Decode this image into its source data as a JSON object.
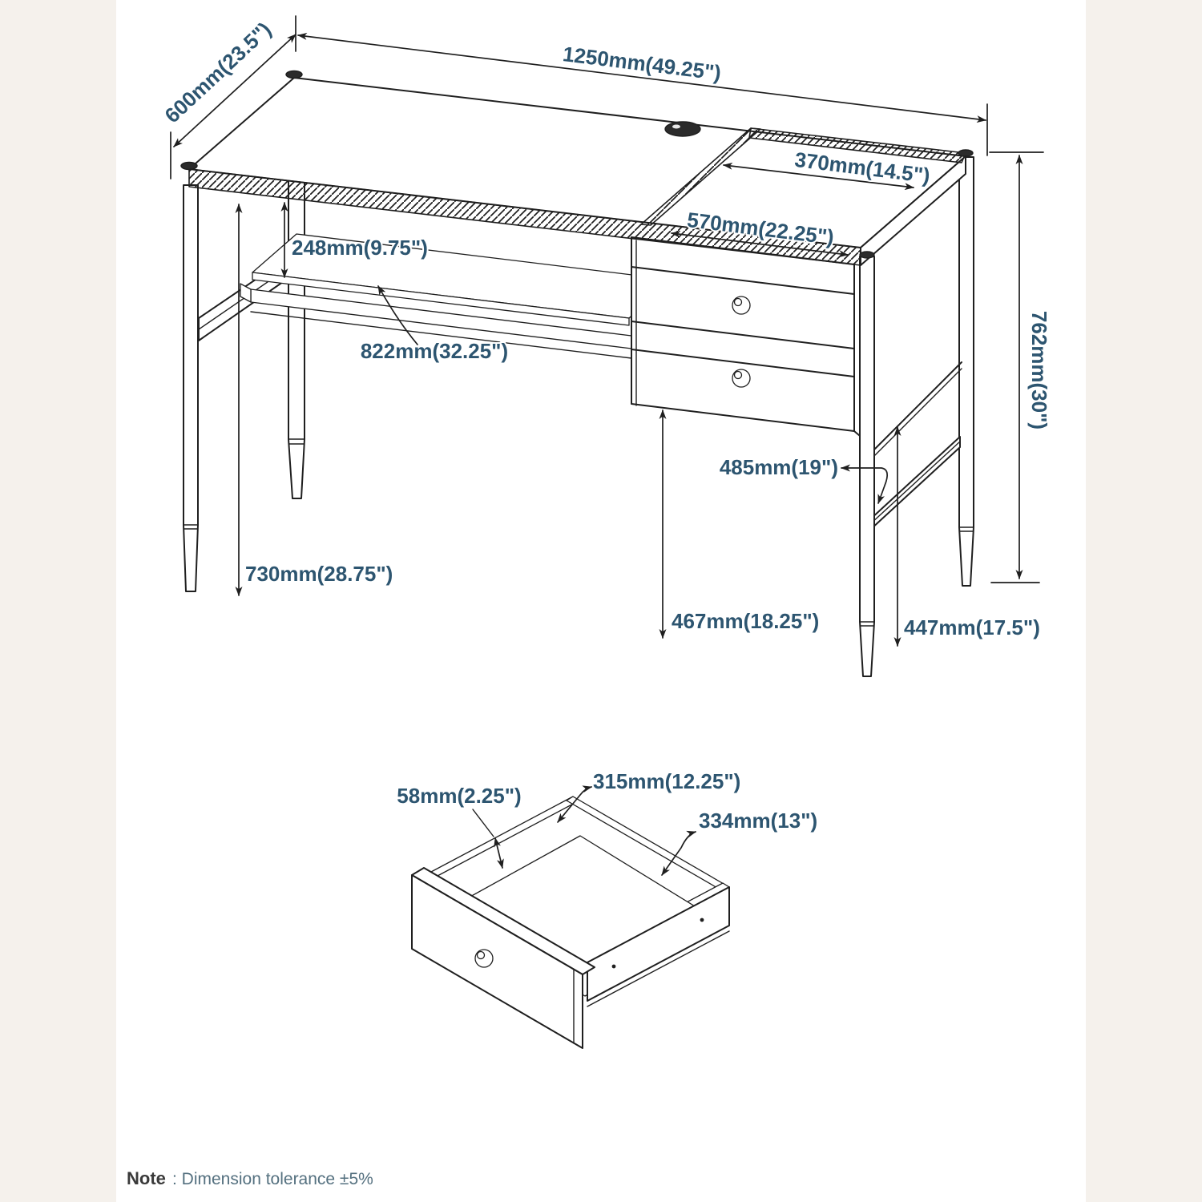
{
  "page": {
    "background": "#ffffff",
    "side_strip_color": "#f5f1ec"
  },
  "diagram": {
    "type": "furniture-dimension-drawing",
    "subject": "writing desk with two-drawer cabinet and detached drawer detail",
    "line_color": "#1f1f1f",
    "label_color": "#2d5570",
    "dimensions": {
      "depth": "600mm(23.5\")",
      "width": "1250mm(49.25\")",
      "drawer_top_width": "370mm(14.5\")",
      "drawer_top_depth": "570mm(22.25\")",
      "shelf_depth": "248mm(9.75\")",
      "shelf_length": "822mm(32.25\")",
      "overall_height": "762mm(30\")",
      "side_stretcher_length": "485mm(19\")",
      "leg_clearance_height": "730mm(28.75\")",
      "floor_to_drawer_bottom": "467mm(18.25\")",
      "floor_to_stretcher": "447mm(17.5\")"
    },
    "drawer_detail": {
      "inner_height": "58mm(2.25\")",
      "inner_depth": "315mm(12.25\")",
      "inner_width": "334mm(13\")"
    },
    "note": {
      "label": "Note",
      "rest": " : Dimension tolerance ±5%"
    }
  }
}
